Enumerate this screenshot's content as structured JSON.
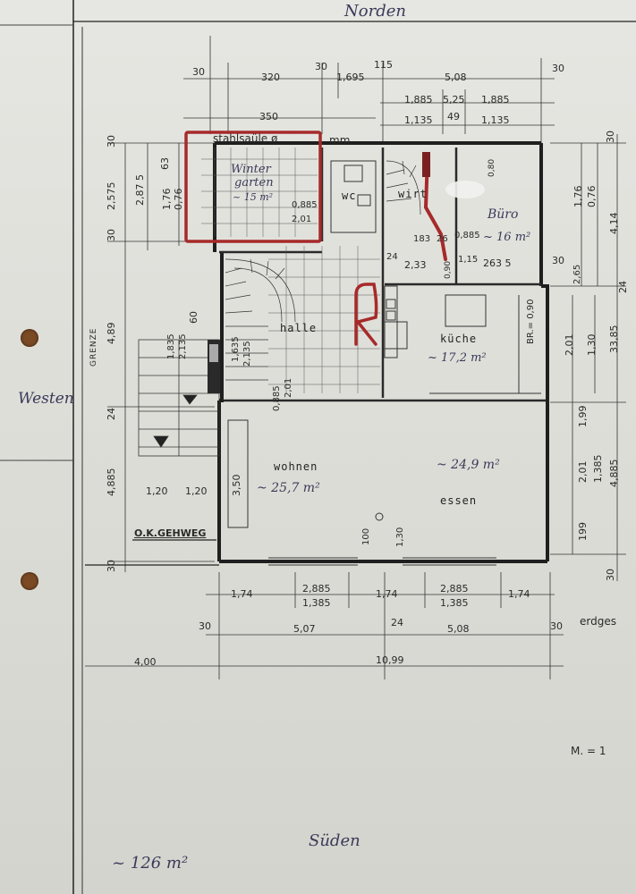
{
  "compass": {
    "north": "Norden",
    "west": "Westen",
    "south": "Süden"
  },
  "rooms": {
    "winter_garden_1": "Winter",
    "winter_garden_2": "garten",
    "winter_garden_area": "~ 15 m²",
    "wc": "wc",
    "wirtschaft": "wirt",
    "buero": "Büro",
    "buero_area": "~ 16 m²",
    "halle": "halle",
    "kueche": "küche",
    "kueche_area": "~ 17,2 m²",
    "wohnen": "wohnen",
    "wohnen_area": "~ 25,7 m²",
    "essen": "essen",
    "essen_area": "~ 24,9 m²"
  },
  "labels": {
    "stahlsaeule": "stahlsaüle ø",
    "mm": "mm",
    "grenze": "GRENZE",
    "gehweg": "O.K.GEHWEG",
    "erdges": "erdges",
    "scale": "M. = 1",
    "total_area": "~ 126 m²",
    "br": "BR.= 0,90"
  },
  "dims_top": [
    "30",
    "320",
    "30",
    "1,695",
    "115",
    "5,08",
    "30",
    "1,885",
    "5,25",
    "1,885",
    "1,135",
    "49",
    "1,135",
    "350"
  ],
  "dims_left": [
    "30",
    "2,575",
    "2,87 5",
    "30",
    "4,89",
    "24",
    "4,885",
    "30",
    "1,76",
    "0,76",
    "63",
    "60"
  ],
  "dims_right": [
    "30",
    "4,14",
    "1,76",
    "0,76",
    "24",
    "33,85",
    "2,01",
    "1,30",
    "1,99",
    "2,01",
    "1,385",
    "4,885",
    "199",
    "30"
  ],
  "dims_bottom": [
    "1,74",
    "2,885",
    "1,385",
    "1,74",
    "2,885",
    "1,385",
    "1,74",
    "30",
    "5,07",
    "24",
    "5,08",
    "30",
    "4,00",
    "10,99"
  ],
  "dims_inner": [
    "0,885",
    "2,01",
    "183",
    "26",
    "0,885",
    "1,15",
    "2,33",
    "263 5",
    "24",
    "30",
    "2,65",
    "1,835",
    "2,135",
    "1,635",
    "2,135",
    "0,885",
    "2,01",
    "1,20",
    "1,20",
    "3,50",
    "100",
    "1,30",
    "0,80",
    "0,90"
  ],
  "colors": {
    "paper": "#e2e2de",
    "ink": "#2a2a2a",
    "marker_red": "#a62a2a",
    "hole": "#7a4a25"
  }
}
